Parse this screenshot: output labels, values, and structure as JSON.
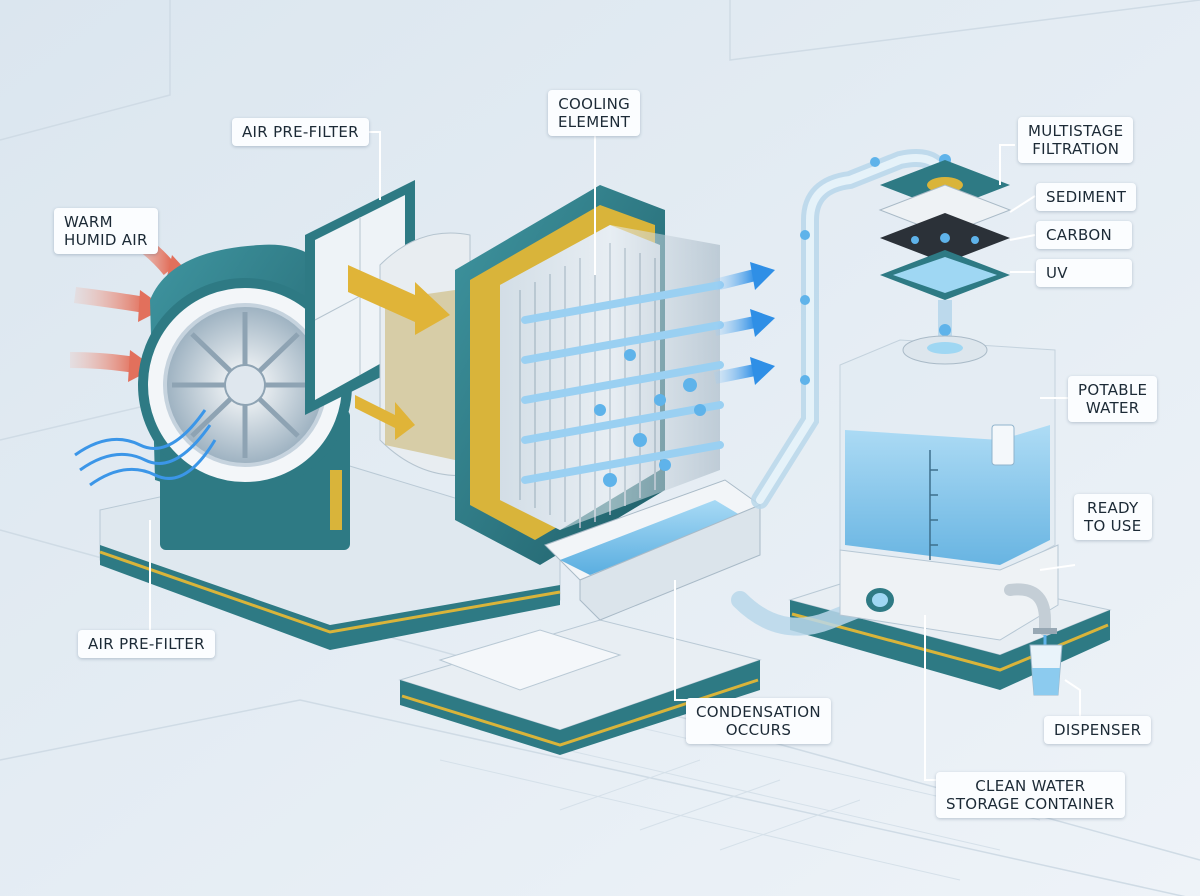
{
  "labels": {
    "warm_humid_air": {
      "line1": "WARM",
      "line2": "HUMID AIR"
    },
    "air_prefilter_top": {
      "text": "AIR PRE-FILTER"
    },
    "cooling_element": {
      "line1": "COOLING",
      "line2": "ELEMENT"
    },
    "multistage_filtration": {
      "line1": "MULTISTAGE",
      "line2": "FILTRATION"
    },
    "sediment": {
      "text": "SEDIMENT"
    },
    "carbon": {
      "text": "CARBON"
    },
    "uv": {
      "text": "UV"
    },
    "potable_water": {
      "line1": "POTABLE",
      "line2": "WATER"
    },
    "ready_to_use": {
      "line1": "READY",
      "line2": "TO USE"
    },
    "air_prefilter_bottom": {
      "text": "AIR PRE-FILTER"
    },
    "condensation_occurs": {
      "line1": "CONDENSATION",
      "line2": "OCCURS"
    },
    "dispenser": {
      "text": "DISPENSER"
    },
    "clean_water_storage": {
      "line1": "CLEAN WATER",
      "line2": "STORAGE CONTAINER"
    }
  },
  "colors": {
    "background": "#e6eef5",
    "teal": "#2e7a84",
    "teal_dark": "#1f5e68",
    "gold": "#d9b43a",
    "water": "#7fc3ea",
    "warm_air": "#e2705c",
    "cool_air": "#2f8fe6"
  }
}
